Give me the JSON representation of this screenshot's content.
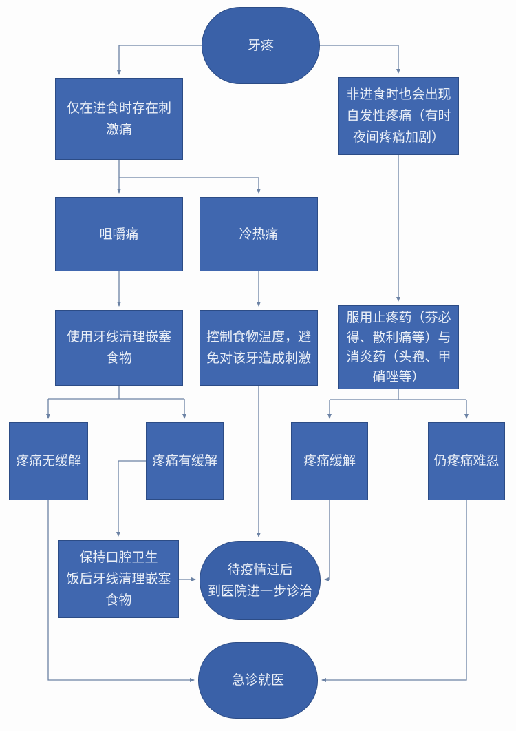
{
  "diagram": {
    "type": "flowchart",
    "language": "zh-CN",
    "topic_node": "牙疼"
  },
  "colors": {
    "process_fill": "#4067af",
    "terminal_fill": "#3a61a8",
    "node_border": "#2c4c86",
    "connector": "#6b82a4",
    "text": "#eaeff7",
    "background": "#fdfdfd"
  },
  "nodes": {
    "toothache": {
      "shape": "terminal",
      "lines": [
        "牙疼"
      ]
    },
    "stimulus_pain": {
      "shape": "process",
      "lines": [
        "仅在进食时存在刺",
        "激痛"
      ]
    },
    "spontaneous_pain": {
      "shape": "process",
      "lines": [
        "非进食时也会出现",
        "自发性疼痛（有时",
        "夜间疼痛加剧）"
      ]
    },
    "chewing_pain": {
      "shape": "process",
      "lines": [
        "咀嚼痛"
      ]
    },
    "thermal_pain": {
      "shape": "process",
      "lines": [
        "冷热痛"
      ]
    },
    "floss_food": {
      "shape": "process",
      "lines": [
        "使用牙线清理嵌塞",
        "食物"
      ]
    },
    "control_temp": {
      "shape": "process",
      "lines": [
        "控制食物温度，避",
        "免对该牙造成刺激"
      ]
    },
    "take_medicine": {
      "shape": "process",
      "lines": [
        "服用止疼药（芬必",
        "得、散利痛等）与",
        "消炎药（头孢、甲",
        "硝唑等）"
      ]
    },
    "pain_not_relieved": {
      "shape": "process",
      "lines": [
        "疼痛无缓解"
      ]
    },
    "pain_relieved": {
      "shape": "process",
      "lines": [
        "疼痛有缓解"
      ]
    },
    "med_pain_relieved": {
      "shape": "process",
      "lines": [
        "疼痛缓解"
      ]
    },
    "pain_unbearable": {
      "shape": "process",
      "lines": [
        "仍疼痛难忍"
      ]
    },
    "oral_hygiene": {
      "shape": "process",
      "lines": [
        "保持口腔卫生",
        "饭后牙线清理嵌塞",
        "食物"
      ]
    },
    "hospital_later": {
      "shape": "terminal",
      "lines": [
        "待疫情过后",
        "到医院进一步诊治"
      ]
    },
    "emergency": {
      "shape": "terminal",
      "lines": [
        "急诊就医"
      ]
    }
  },
  "edges": [
    {
      "from": "toothache",
      "to": "stimulus_pain"
    },
    {
      "from": "toothache",
      "to": "spontaneous_pain"
    },
    {
      "from": "stimulus_pain",
      "to": "chewing_pain"
    },
    {
      "from": "stimulus_pain",
      "to": "thermal_pain"
    },
    {
      "from": "chewing_pain",
      "to": "floss_food"
    },
    {
      "from": "thermal_pain",
      "to": "control_temp"
    },
    {
      "from": "spontaneous_pain",
      "to": "take_medicine"
    },
    {
      "from": "floss_food",
      "to": "pain_not_relieved"
    },
    {
      "from": "floss_food",
      "to": "pain_relieved"
    },
    {
      "from": "take_medicine",
      "to": "med_pain_relieved"
    },
    {
      "from": "take_medicine",
      "to": "pain_unbearable"
    },
    {
      "from": "pain_relieved",
      "to": "oral_hygiene"
    },
    {
      "from": "control_temp",
      "to": "hospital_later"
    },
    {
      "from": "oral_hygiene",
      "to": "hospital_later"
    },
    {
      "from": "med_pain_relieved",
      "to": "hospital_later"
    },
    {
      "from": "pain_not_relieved",
      "to": "emergency"
    },
    {
      "from": "pain_unbearable",
      "to": "emergency"
    }
  ]
}
